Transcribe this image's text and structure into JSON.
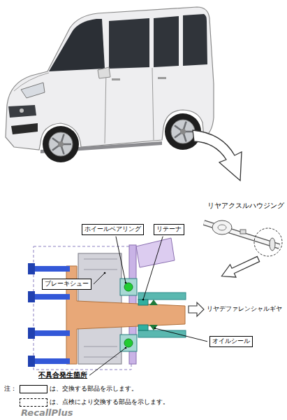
{
  "diagram": {
    "nodes": [
      {
        "text": [
          "ホイールベアリング"
        ]
      },
      {
        "text": [
          "リテーナ"
        ]
      },
      {
        "text": [
          "ブレーキシュー"
        ]
      },
      {
        "text": [
          "オイルシール"
        ]
      }
    ],
    "labels": [
      "リヤアクスルハウジング",
      "リヤデファレンシャルギヤ",
      "不具合発生箇所",
      "注：",
      "RecallPlus"
    ],
    "legend": [
      {
        "text": "は、交換する部品を示します。"
      },
      {
        "text": "は、点検により交換する部品を示します。"
      }
    ]
  }
}
